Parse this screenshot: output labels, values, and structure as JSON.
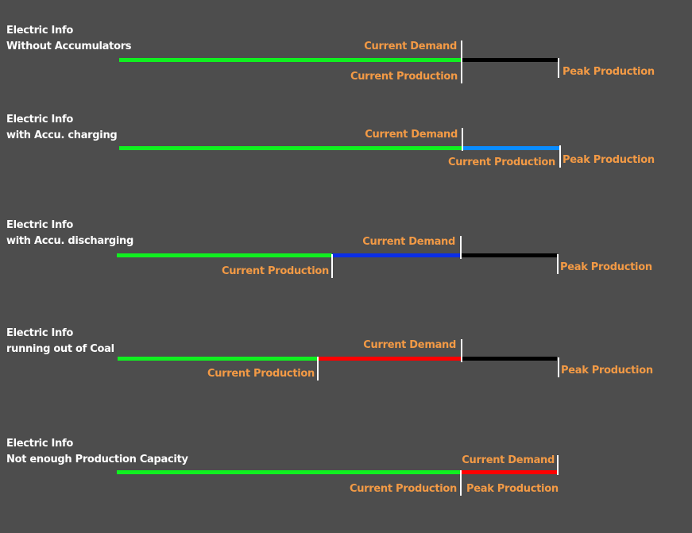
{
  "labels": {
    "current_demand": "Current Demand",
    "current_production": "Current Production",
    "peak_production": "Peak Production"
  },
  "colors": {
    "background": "#4d4d4d",
    "production": "#10f020",
    "unused": "#000000",
    "charging": "#0a8cff",
    "discharging": "#0a2ee6",
    "deficit": "#ff0000",
    "label": "#f39a45"
  },
  "diagrams": [
    {
      "title1": "Electric Info",
      "title2": "Without Accumulators"
    },
    {
      "title1": "Electric Info",
      "title2": "with Accu. charging"
    },
    {
      "title1": "Electric Info",
      "title2": "with Accu. discharging"
    },
    {
      "title1": "Electric Info",
      "title2": "running out of Coal"
    },
    {
      "title1": "Electric Info",
      "title2": "Not enough Production Capacity"
    }
  ]
}
